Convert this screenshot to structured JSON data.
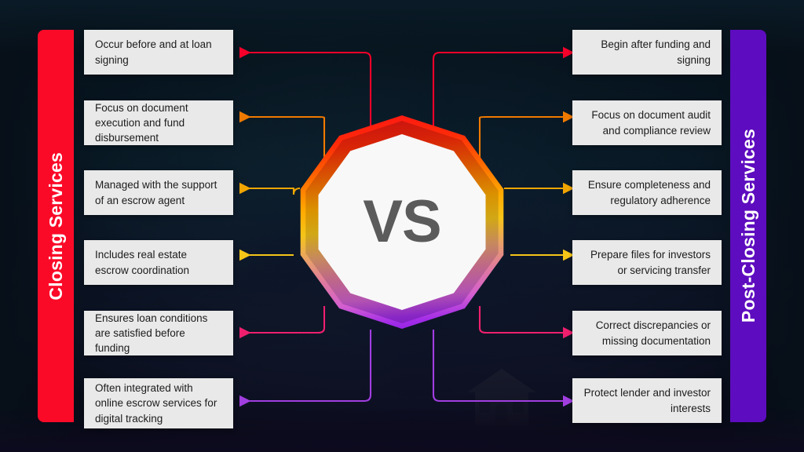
{
  "center": {
    "vs_label": "VS"
  },
  "left_panel": {
    "banner_label": "Closing Services",
    "banner_color": "#fb0a28",
    "items": [
      {
        "text": "Occur before and at loan signing",
        "connector_color": "#f4002a"
      },
      {
        "text": "Focus on document execution and fund disbursement",
        "connector_color": "#f07a00"
      },
      {
        "text": "Managed with the support of an escrow agent",
        "connector_color": "#f0a500"
      },
      {
        "text": "Includes real estate escrow coordination",
        "connector_color": "#f5c518"
      },
      {
        "text": "Ensures loan conditions are satisfied before funding",
        "connector_color": "#ef1f6e"
      },
      {
        "text": "Often integrated with online escrow services for digital tracking",
        "connector_color": "#a13ee0"
      }
    ]
  },
  "right_panel": {
    "banner_label": "Post-Closing Services",
    "banner_color": "#5e0cbf",
    "items": [
      {
        "text": "Begin after funding and signing",
        "connector_color": "#f4002a"
      },
      {
        "text": "Focus on document audit and compliance review",
        "connector_color": "#f07a00"
      },
      {
        "text": "Ensure completeness and regulatory adherence",
        "connector_color": "#f0a500"
      },
      {
        "text": "Prepare files for investors or servicing transfer",
        "connector_color": "#f5c518"
      },
      {
        "text": "Correct discrepancies or missing documentation",
        "connector_color": "#ef1f6e"
      },
      {
        "text": "Protect lender and investor interests",
        "connector_color": "#a13ee0"
      }
    ]
  }
}
